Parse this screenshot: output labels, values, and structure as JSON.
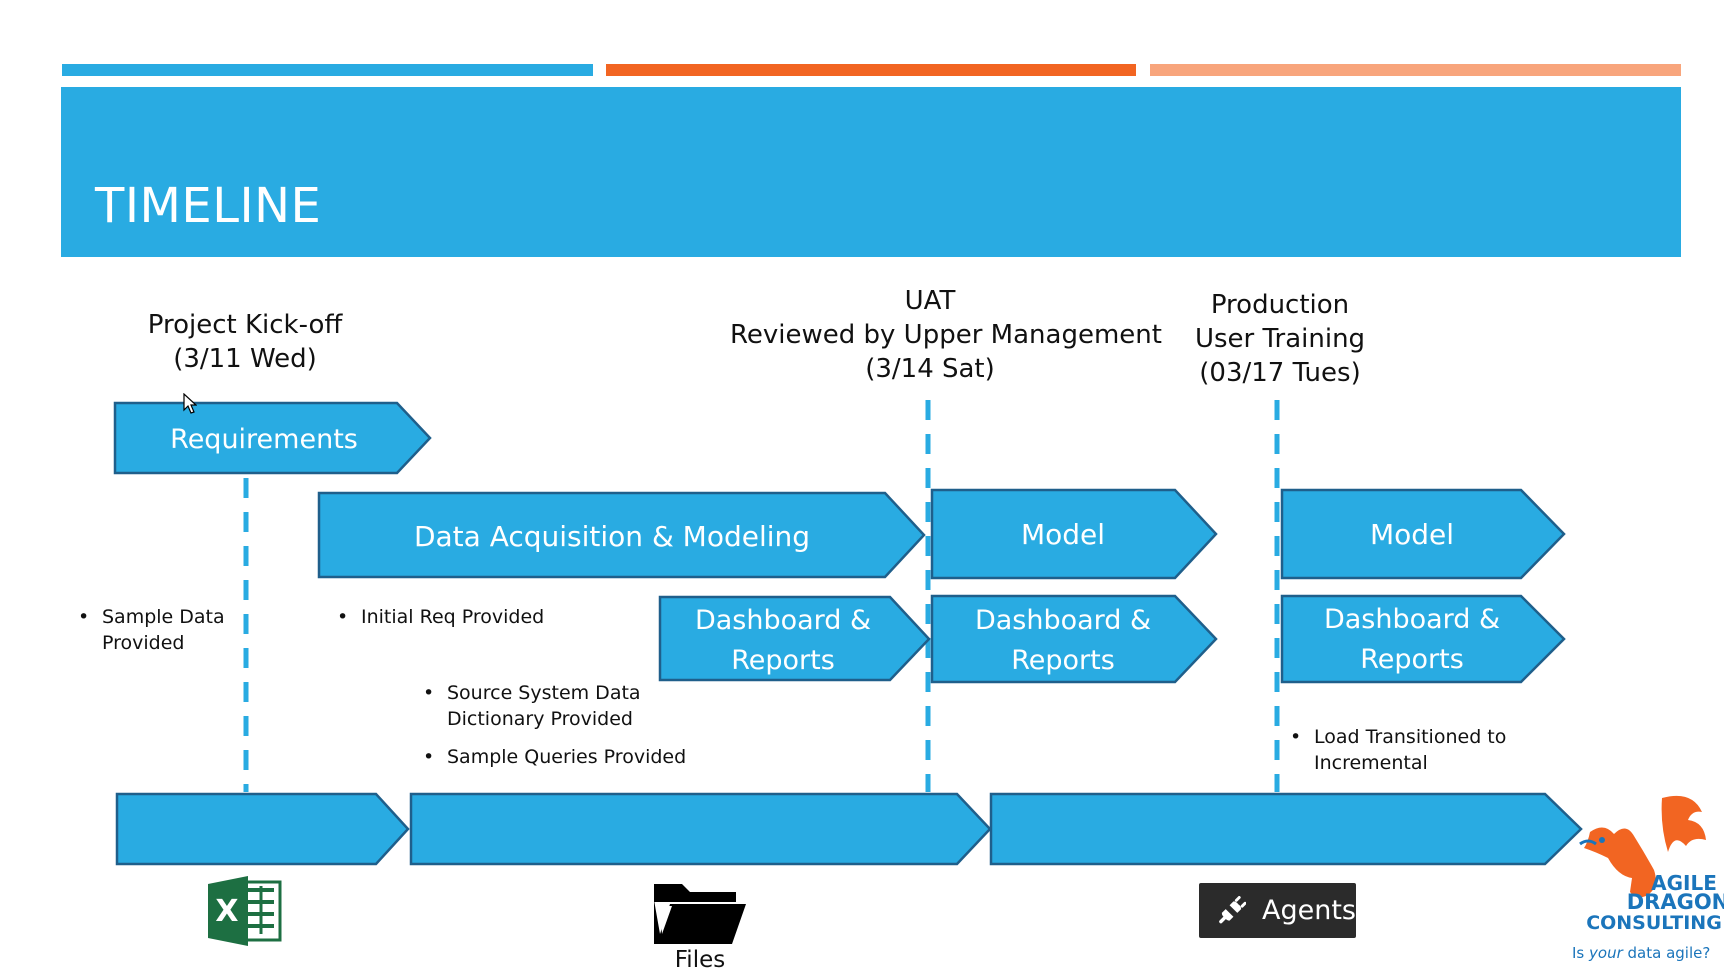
{
  "title": "TIMELINE",
  "colors": {
    "primary_blue": "#29abe2",
    "arrow_border": "#1f5f8b",
    "accent_orange": "#f26522",
    "accent_peach": "#f8a57c",
    "badge_dark": "#2b2b2b",
    "logo_orange": "#f26522",
    "logo_blue": "#1b75bb"
  },
  "milestones": [
    {
      "id": "kickoff",
      "lines": [
        "Project Kick-off",
        "(3/11 Wed)"
      ]
    },
    {
      "id": "uat",
      "lines": [
        "UAT",
        "Reviewed by Upper Management",
        "(3/14 Sat)"
      ]
    },
    {
      "id": "production",
      "lines": [
        "Production",
        "User Training",
        "(03/17 Tues)"
      ]
    }
  ],
  "phase_arrows": [
    {
      "id": "requirements",
      "label": "Requirements"
    },
    {
      "id": "data-acq",
      "label": "Data Acquisition & Modeling"
    },
    {
      "id": "model-uat",
      "label": "Model"
    },
    {
      "id": "model-prod",
      "label": "Model"
    },
    {
      "id": "dash-1",
      "label": "Dashboard & Reports"
    },
    {
      "id": "dash-uat",
      "label": "Dashboard & Reports"
    },
    {
      "id": "dash-prod",
      "label": "Dashboard & Reports"
    }
  ],
  "bottom_arrows": [
    {
      "id": "b1",
      "label": ""
    },
    {
      "id": "b2",
      "label": ""
    },
    {
      "id": "b3",
      "label": ""
    }
  ],
  "notes": {
    "sample_data": [
      "Sample Data Provided"
    ],
    "initial_req": [
      "Initial Req Provided"
    ],
    "source_system": [
      "Source System Data Dictionary Provided",
      "Sample Queries Provided"
    ],
    "load_transition": [
      "Load Transitioned to Incremental"
    ]
  },
  "icons": {
    "excel": "excel-icon",
    "folder": "folder-icon",
    "files_label": "Files",
    "agents_label": "Agents",
    "plug": "plug-icon"
  },
  "logo": {
    "line1": "AGILE",
    "line2": "DRAGON",
    "line3": "CONSULTING",
    "tagline_pre": "Is ",
    "tagline_em": "your",
    "tagline_post": " data agile?"
  }
}
